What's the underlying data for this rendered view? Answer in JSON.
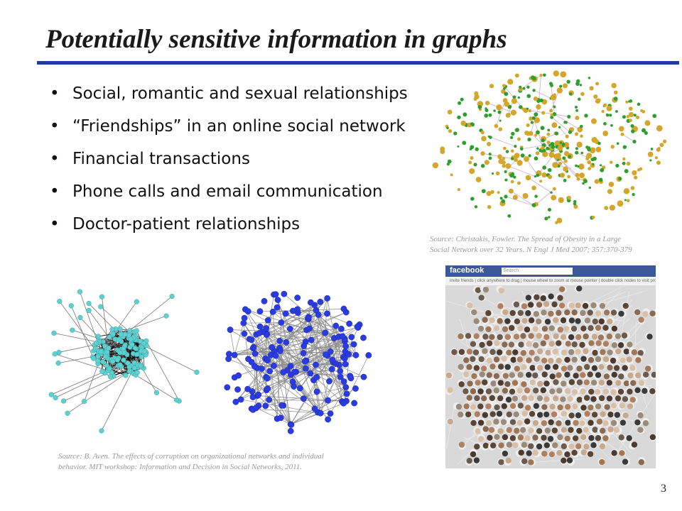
{
  "slide": {
    "title": "Potentially sensitive information in graphs",
    "bullets": [
      "Social, romantic and sexual relationships",
      "“Friendships” in an online social network",
      "Financial transactions",
      "Phone calls and email communication",
      "Doctor-patient relationships"
    ],
    "bullet_glyph": "•",
    "page_number": "3"
  },
  "sources": {
    "obesity": [
      "Source: Christakis, Fowler. The Spread of Obesity in a Large",
      "Social Network over 32 Years. N Engl J Med 2007; 357:370-379"
    ],
    "corruption": [
      "Source: B. Aven. The effects of corruption on organizational networks and individual",
      "behavior. MIT workshop: Information and Decision in Social Networks, 2011."
    ]
  },
  "facebook_screenshot": {
    "logo": "facebook",
    "search_placeholder": "Search",
    "subbar_text": "invite friends | click anywhere to drag | mouse wheel to zoom at mouse pointer | double click nodes to visit profile pages"
  },
  "colors": {
    "rule": "#1f3f9f",
    "obesity_green": "#2e9e2e",
    "obesity_yellow": "#d4a72c",
    "teal_nodes": "#5fd0d0",
    "blue_nodes": "#2a3be0",
    "facebook_blue": "#3b5998"
  },
  "images": [
    "obesity-network-graph",
    "teal-corruption-network",
    "blue-corruption-network",
    "facebook-friend-graph"
  ]
}
